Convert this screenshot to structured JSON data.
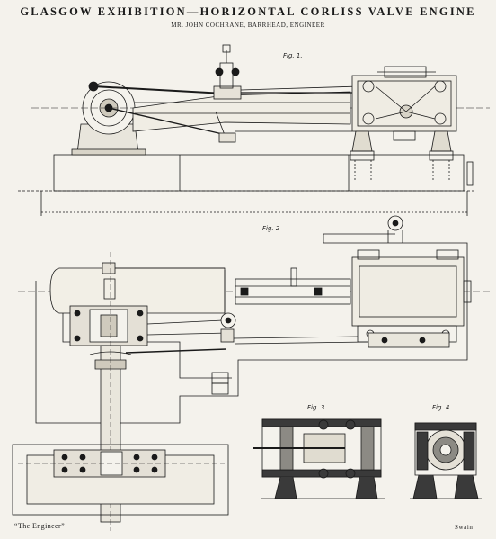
{
  "plate": {
    "title": "GLASGOW EXHIBITION—HORIZONTAL CORLISS VALVE ENGINE",
    "subtitle": "MR. JOHN COCHRANE, BARRHEAD, ENGINEER"
  },
  "figures": {
    "fig1": "Fig. 1.",
    "fig2": "Fig. 2",
    "fig3": "Fig. 3",
    "fig4": "Fig. 4."
  },
  "footer": {
    "publication": "“The Engineer”",
    "engraver": "Swain"
  }
}
